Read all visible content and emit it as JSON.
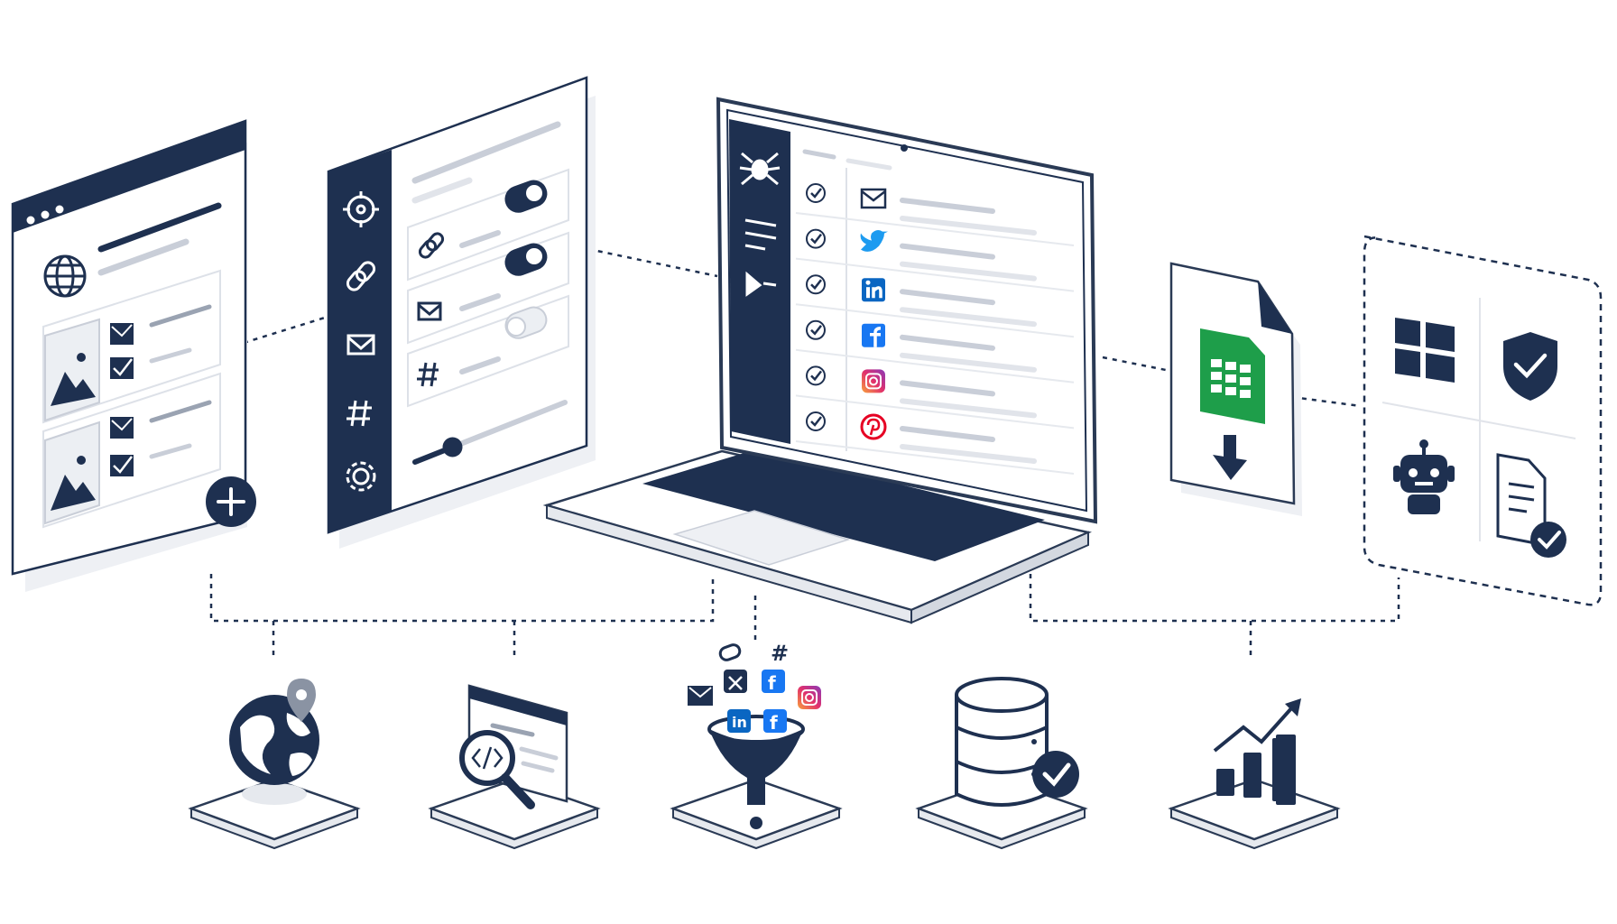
{
  "colors": {
    "navy": "#1e3050",
    "outline": "#2a3a55",
    "line_gray": "#c9ced8",
    "panel_fill": "#ffffff",
    "soft_fill": "#f2f4f7",
    "twitter": "#1d9bf0",
    "linkedin": "#0a66c2",
    "facebook": "#1877f2",
    "instagram": "#e1306c",
    "pinterest": "#e60023",
    "sheets_green": "#1e9e4a"
  },
  "source_panel": {
    "icons": [
      "window-dots-icon",
      "globe-icon",
      "image-placeholder-icon",
      "envelope-check-icon",
      "add-icon"
    ]
  },
  "config_panel": {
    "sidebar_icons": [
      "target-icon",
      "link-icon",
      "envelope-icon",
      "hashtag-icon",
      "gear-icon"
    ],
    "toggles": [
      {
        "icon": "link-icon",
        "on": true
      },
      {
        "icon": "envelope-icon",
        "on": true
      },
      {
        "icon": "hashtag-icon",
        "on": false
      }
    ],
    "slider_level": 0.25
  },
  "laptop": {
    "sidebar_icons": [
      "spider-icon",
      "menu-icon",
      "cursor-icon"
    ],
    "rows": [
      {
        "icon": "envelope-icon",
        "checked": true
      },
      {
        "icon": "twitter-icon",
        "checked": true
      },
      {
        "icon": "linkedin-icon",
        "checked": true
      },
      {
        "icon": "facebook-icon",
        "checked": true
      },
      {
        "icon": "instagram-icon",
        "checked": true
      },
      {
        "icon": "pinterest-icon",
        "checked": true
      }
    ]
  },
  "export_file": {
    "icons": [
      "spreadsheet-icon",
      "download-arrow-icon"
    ]
  },
  "features_panel": {
    "icons": [
      "windows-logo-icon",
      "shield-check-icon",
      "robot-icon",
      "document-check-icon"
    ]
  },
  "platforms": [
    {
      "icon": "globe-pin-icon"
    },
    {
      "icon": "code-inspect-icon"
    },
    {
      "icon": "funnel-icon"
    },
    {
      "icon": "database-check-icon"
    },
    {
      "icon": "growth-chart-icon"
    }
  ],
  "funnel_glyphs": {
    "link": "⛓",
    "hash": "#",
    "in": "in",
    "f": "f"
  }
}
